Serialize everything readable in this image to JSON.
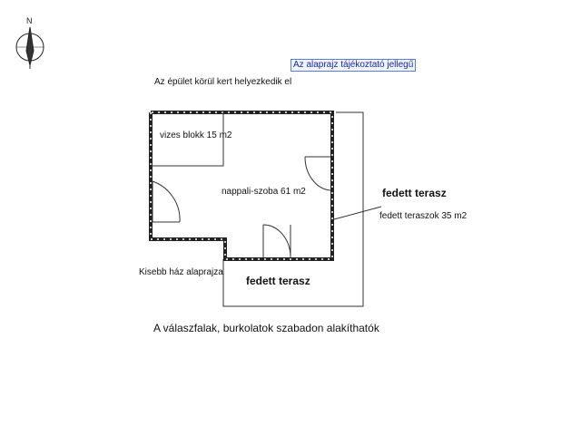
{
  "compass": {
    "label": "N",
    "icon": "north-arrow-icon"
  },
  "notes": {
    "informative": "Az alaprajz tájékoztató jellegű",
    "garden": "Az épület körül kert helyezkedik el",
    "caption": "Kisebb ház alaprajza",
    "footer": "A válaszfalak, burkolatok szabadon alakíthatók"
  },
  "rooms": {
    "bathroom": "vizes blokk 15 m2",
    "living": "nappali-szoba 61 m2"
  },
  "terraces": {
    "right_title": "fedett terasz",
    "right_area": "fedett teraszok 35 m2",
    "bottom_title": "fedett terasz"
  },
  "colors": {
    "note_border": "#5b7fd6",
    "note_text": "#1a2a9a",
    "lines": "#222222"
  }
}
